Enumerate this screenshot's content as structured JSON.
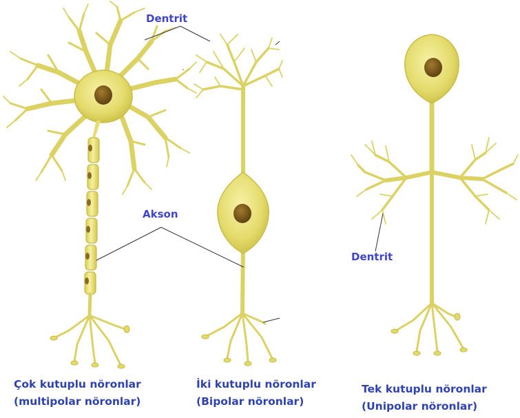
{
  "labels": {
    "dendrite_top": "Dentrit",
    "axon": "Akson",
    "dendrite_right": "Dentrit"
  },
  "neurons": {
    "multipolar": {
      "line1": "Çok kutuplu nöronlar",
      "line2": "(multipolar nöronlar)"
    },
    "bipolar": {
      "line1": "İki kutuplu nöronlar",
      "line2": "(Bipolar nöronlar)"
    },
    "unipolar": {
      "line1": "Tek kutuplu nöronlar",
      "line2": "(Unipolar nöronlar)"
    }
  },
  "colors": {
    "label_text": "#3f45c8",
    "caption_text": "#2e42b0",
    "neuron_fill": "#e8e07a",
    "neuron_stroke": "#c4b93e",
    "nucleus": "#7a5a1c",
    "leader_line": "#333333"
  }
}
